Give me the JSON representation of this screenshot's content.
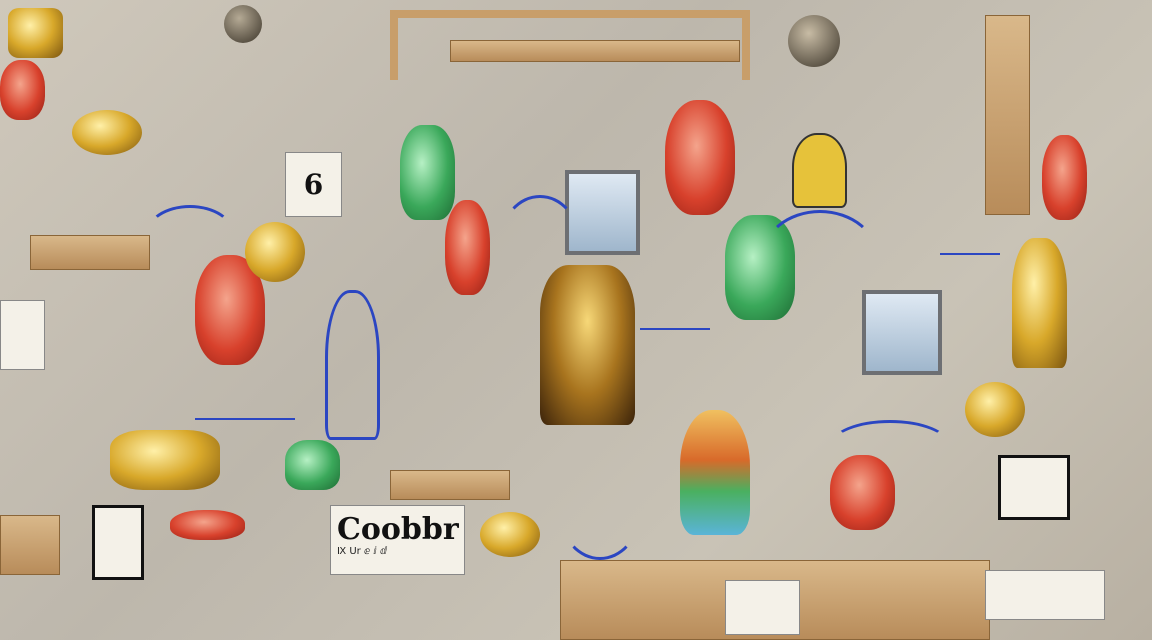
{
  "scene": {
    "card_number": "6",
    "sign_title": "Coobbr",
    "sign_subtitle": "Ⅸ Ur ⅇ ⅈ ⅆ"
  },
  "colors": {
    "wall": "#c4bdb0",
    "wood": "#c89e6a",
    "annotation": "#2b46c2",
    "red": "#d8412c",
    "green": "#3aa85a",
    "gold": "#d8a82a"
  }
}
